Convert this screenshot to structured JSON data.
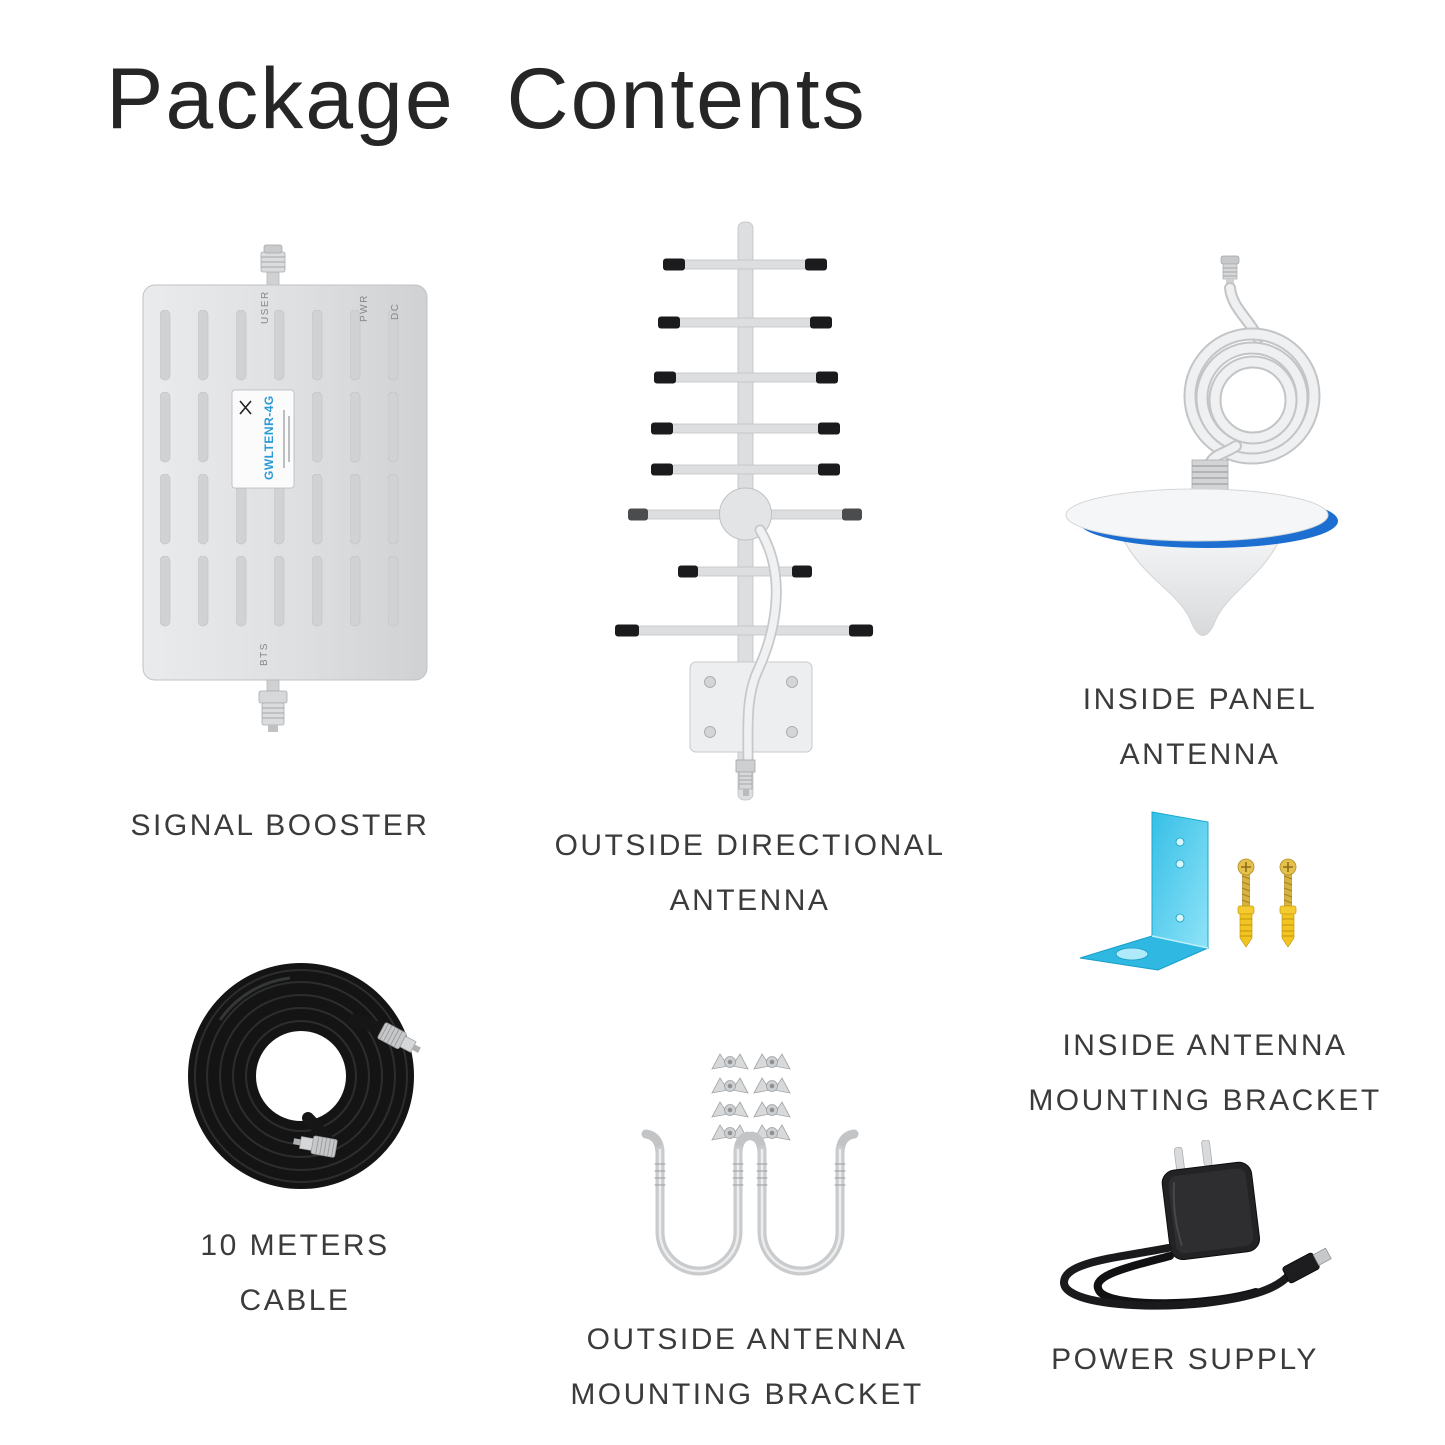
{
  "title": "Package  Contents",
  "booster": {
    "label": "SIGNAL BOOSTER",
    "model": "GWLTENR-4G",
    "port_user": "USER",
    "port_pwr": "PWR",
    "port_dc": "DC",
    "port_bts": "BTS"
  },
  "outside_antenna": {
    "line1": "OUTSIDE DIRECTIONAL",
    "line2": "ANTENNA"
  },
  "inside_antenna": {
    "line1": "INSIDE PANEL",
    "line2": "ANTENNA"
  },
  "inside_bracket": {
    "line1": "INSIDE ANTENNA",
    "line2": "MOUNTING BRACKET"
  },
  "cable": {
    "line1": "10 METERS",
    "line2": "CABLE"
  },
  "outside_bracket": {
    "line1": "OUTSIDE ANTENNA",
    "line2": "MOUNTING BRACKET"
  },
  "power_supply": {
    "label": "POWER SUPPLY"
  },
  "colors": {
    "model_text": "#2a9ad6",
    "disc_rim_blue": "#1c6fd1",
    "bracket_cyan": "#3fc6ea",
    "anchor_yellow": "#f2c832",
    "label_text": "#3b3b3b"
  }
}
